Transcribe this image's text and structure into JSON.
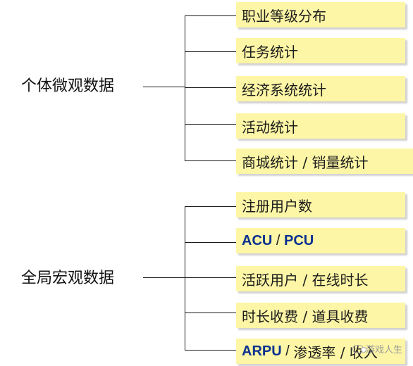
{
  "groups": [
    {
      "label": "个体微观数据",
      "items": [
        {
          "text": "职业等级分布"
        },
        {
          "text": "任务统计"
        },
        {
          "text": "经济系统统计"
        },
        {
          "text": "活动统计"
        },
        {
          "text": "商城统计 / 销量统计"
        }
      ]
    },
    {
      "label": "全局宏观数据",
      "items": [
        {
          "text": "注册用户数"
        },
        {
          "strong": "ACU",
          "sep": " / ",
          "strong2": "PCU"
        },
        {
          "text": "活跃用户 / 在线时长"
        },
        {
          "text": "时长收费 / 道具收费"
        },
        {
          "strong": "ARPU",
          "sep": " / ",
          "rest": "渗透率 / 收入"
        }
      ]
    }
  ],
  "watermark": "游戏人生",
  "colors": {
    "box_fill": "#fdf6a6",
    "strong_text": "#0b3190",
    "line": "#1a1a1a"
  }
}
